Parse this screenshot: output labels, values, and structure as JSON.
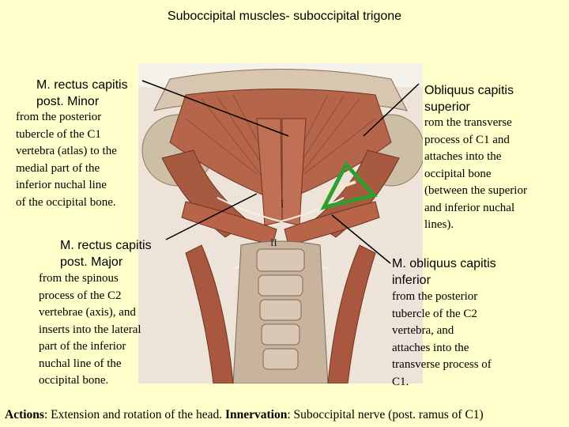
{
  "title": "Suboccipital muscles- suboccipital trigone",
  "labels": {
    "rcpm_name": "M. rectus capitis\n            post. Minor",
    "rcpm_desc": "from the posterior\ntubercle of the C1\nvertebra (atlas) to the\nmedial part of the\ninferior nuchal line\nof the occipital bone.",
    "rcpmaj_name": "M. rectus capitis\n          post. Major",
    "rcpmaj_desc": "from the spinous\nprocess of the C2\nvertebrae (axis), and\ninserts into the lateral\npart of the inferior\nnuchal line of the\noccipital bone.",
    "ocs_name": "Obliquus capitis\nsuperior",
    "ocs_desc": "rom the transverse\nprocess of C1 and\nattaches into the\noccipital bone\n(between the superior\nand inferior nuchal\nlines).",
    "oci_name": "M. obliquus capitis\ninferior",
    "oci_desc": "from the posterior\ntubercle of the C2\nvertebra, and\nattaches into the\ntransverse process of\nC1."
  },
  "vertebra_marks": {
    "c1": "I",
    "c2": "II"
  },
  "footer": {
    "actions_label": "Actions",
    "actions_text": ": Extension and rotation of the head. ",
    "innervation_label": "Innervation",
    "innervation_text": ": Suboccipital nerve (post. ramus of C1)"
  },
  "colors": {
    "background": "#ffffcc",
    "triangle": "#2e9e2e",
    "muscle": "#b5654a",
    "illustration_bg": "#ede3d8"
  }
}
